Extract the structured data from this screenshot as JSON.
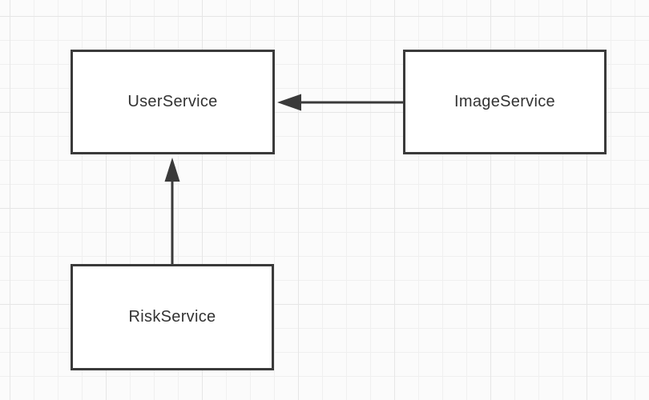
{
  "diagram": {
    "type": "service-dependency-diagram",
    "nodes": [
      {
        "id": "user-service",
        "label": "UserService"
      },
      {
        "id": "image-service",
        "label": "ImageService"
      },
      {
        "id": "risk-service",
        "label": "RiskService"
      }
    ],
    "edges": [
      {
        "from": "image-service",
        "to": "user-service",
        "direction": "left"
      },
      {
        "from": "risk-service",
        "to": "user-service",
        "direction": "up"
      }
    ],
    "colors": {
      "stroke": "#3a3a3a",
      "text": "#333333",
      "node_fill": "#ffffff",
      "background": "#fbfbfb",
      "grid_minor": "#f0f0f0",
      "grid_major": "#e6e6e6"
    }
  }
}
